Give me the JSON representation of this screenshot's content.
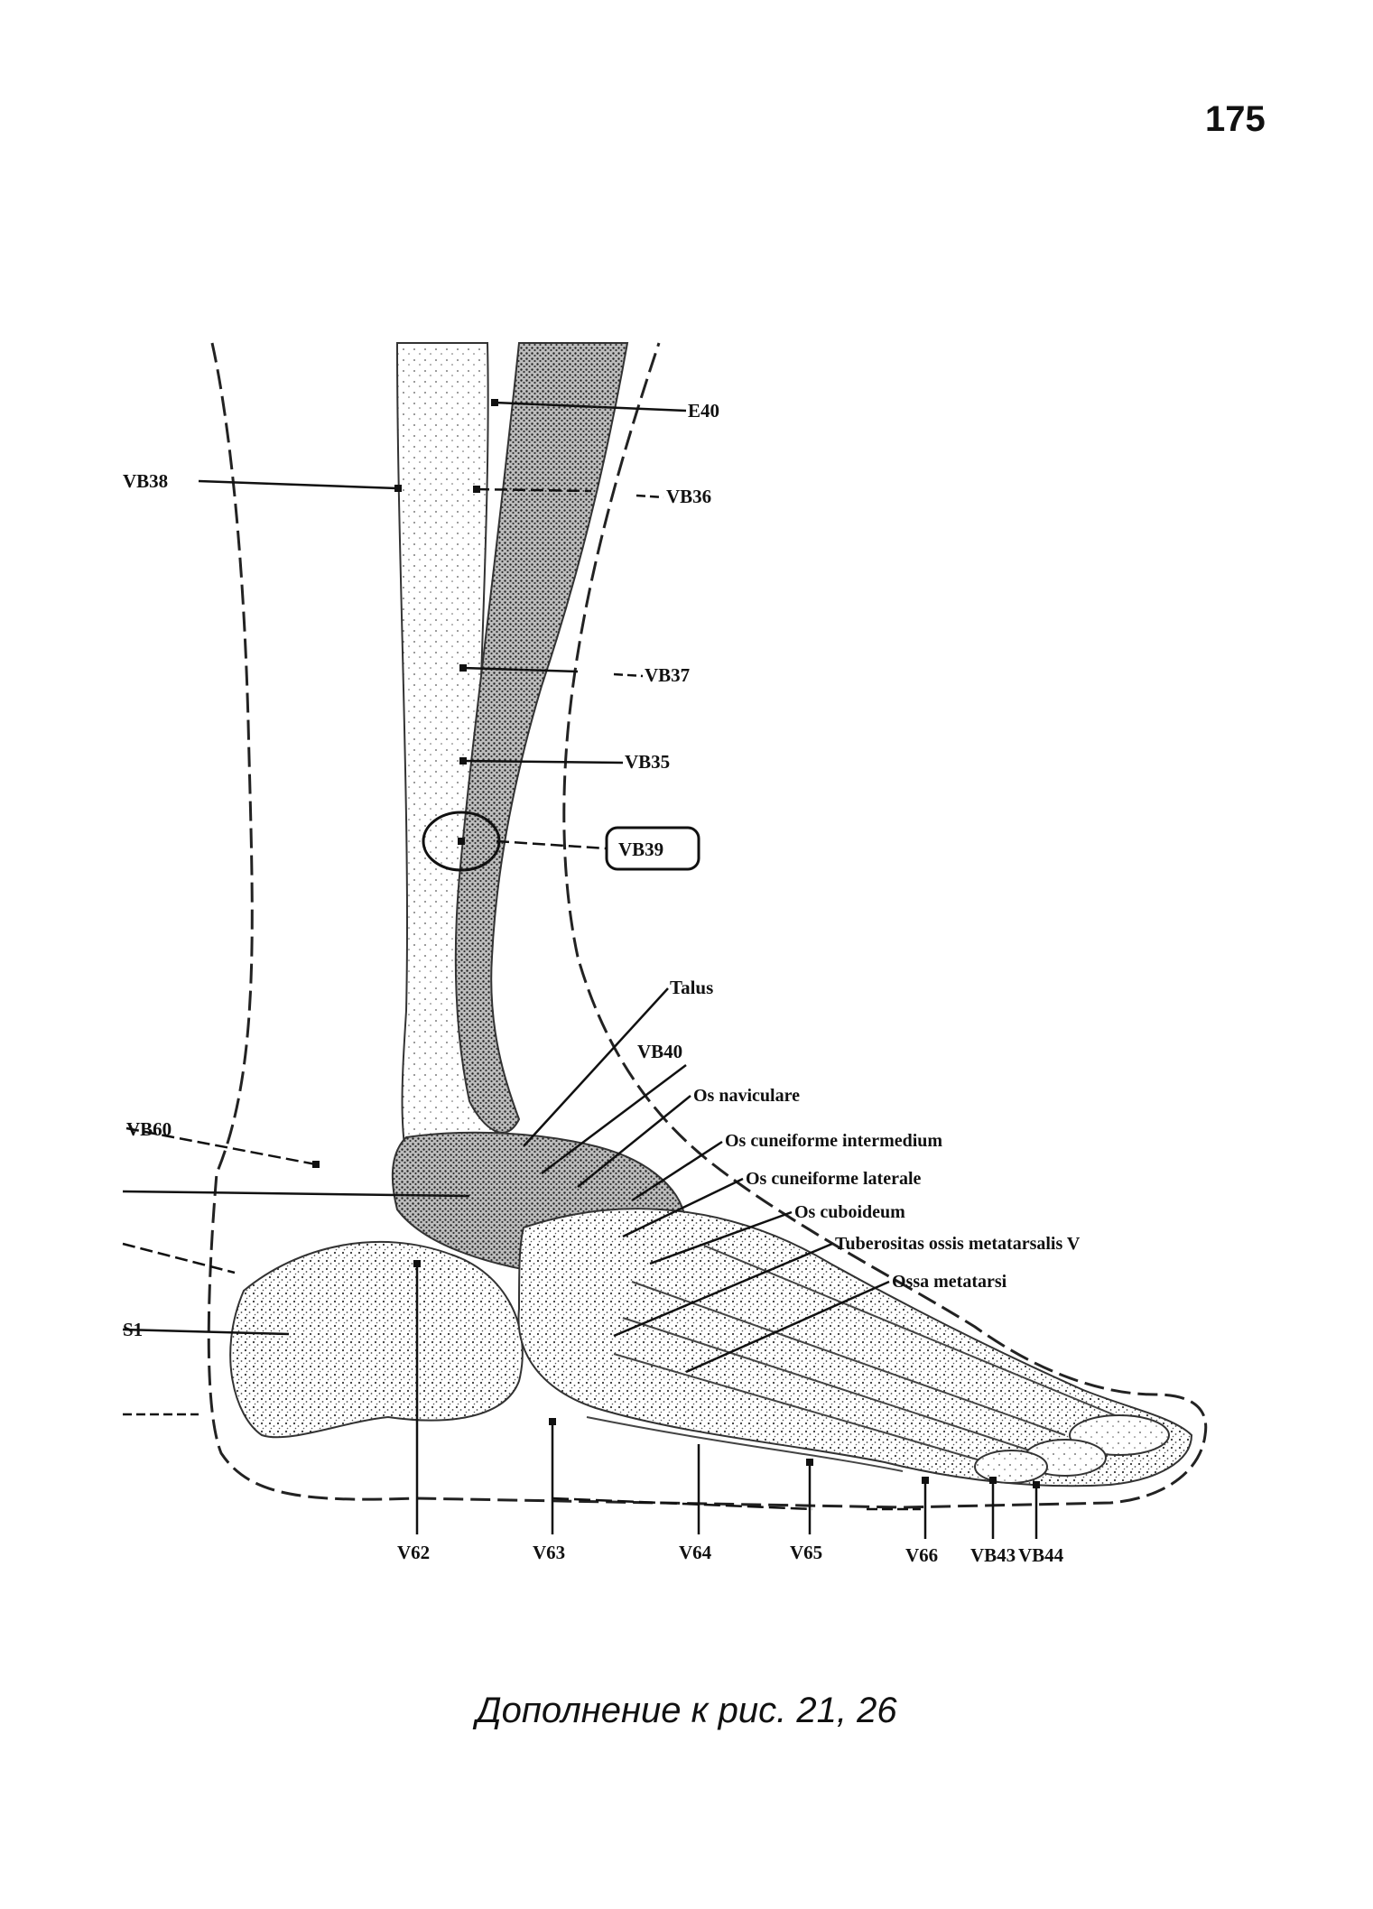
{
  "page_number": "175",
  "caption": "Дополнение к рис. 21, 26",
  "figure": {
    "labels": {
      "e40": "E40",
      "vb38": "VB38",
      "vb36": "VB36",
      "vb37": "VB37",
      "vb35": "VB35",
      "vb39": "VB39",
      "talus": "Talus",
      "vb40": "VB40",
      "os_naviculare": "Os naviculare",
      "os_cuneiforme_intermedium": "Os cuneiforme intermedium",
      "os_cuneiforme_laterale": "Os cuneiforme laterale",
      "os_cuboideum": "Os cuboideum",
      "tuberositas": "Tuberositas ossis metatarsalis V",
      "ossa_metatarsi": "Ossa metatarsi",
      "vb60": "VB60",
      "s1": "S1",
      "v62": "V62",
      "v63": "V63",
      "v64": "V64",
      "v65": "V65",
      "v66": "V66",
      "vb43": "VB43",
      "vb44": "VB44"
    }
  }
}
